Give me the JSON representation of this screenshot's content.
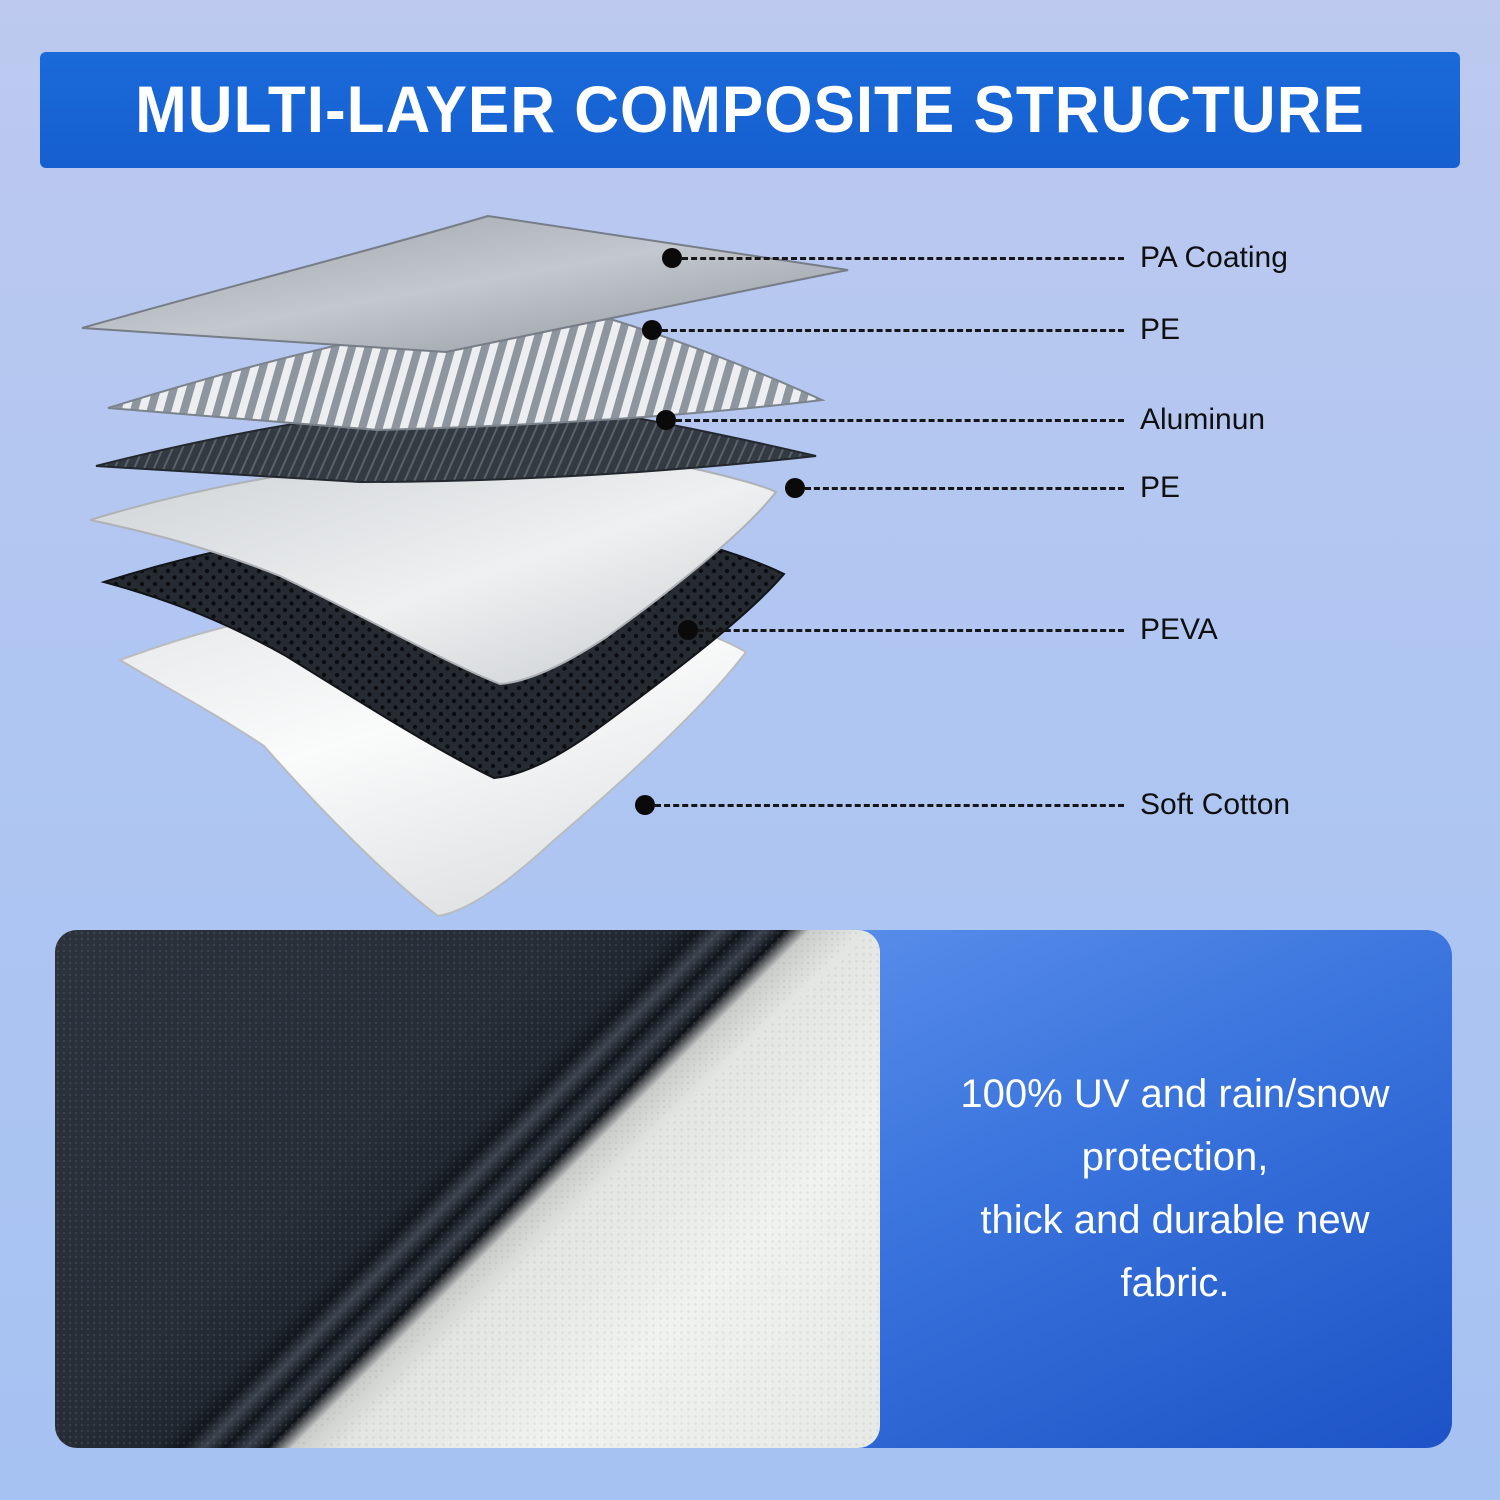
{
  "title": "MULTI-LAYER COMPOSITE STRUCTURE",
  "layers": [
    {
      "label": "PA Coating"
    },
    {
      "label": "PE"
    },
    {
      "label": "Aluminun"
    },
    {
      "label": "PE"
    },
    {
      "label": "PEVA"
    },
    {
      "label": "Soft Cotton"
    }
  ],
  "bottom_panel": {
    "lines": [
      "100% UV and rain/snow",
      "protection,",
      "thick and durable new",
      "fabric."
    ]
  },
  "colors": {
    "banner_blue": "#155fd0",
    "panel_blue_top": "#5e92ec",
    "panel_blue_bottom": "#1d53c6",
    "background_top": "#bdc9ef",
    "background_bottom": "#a6c2f2",
    "label_text": "#101010",
    "info_text": "#ffffff"
  }
}
